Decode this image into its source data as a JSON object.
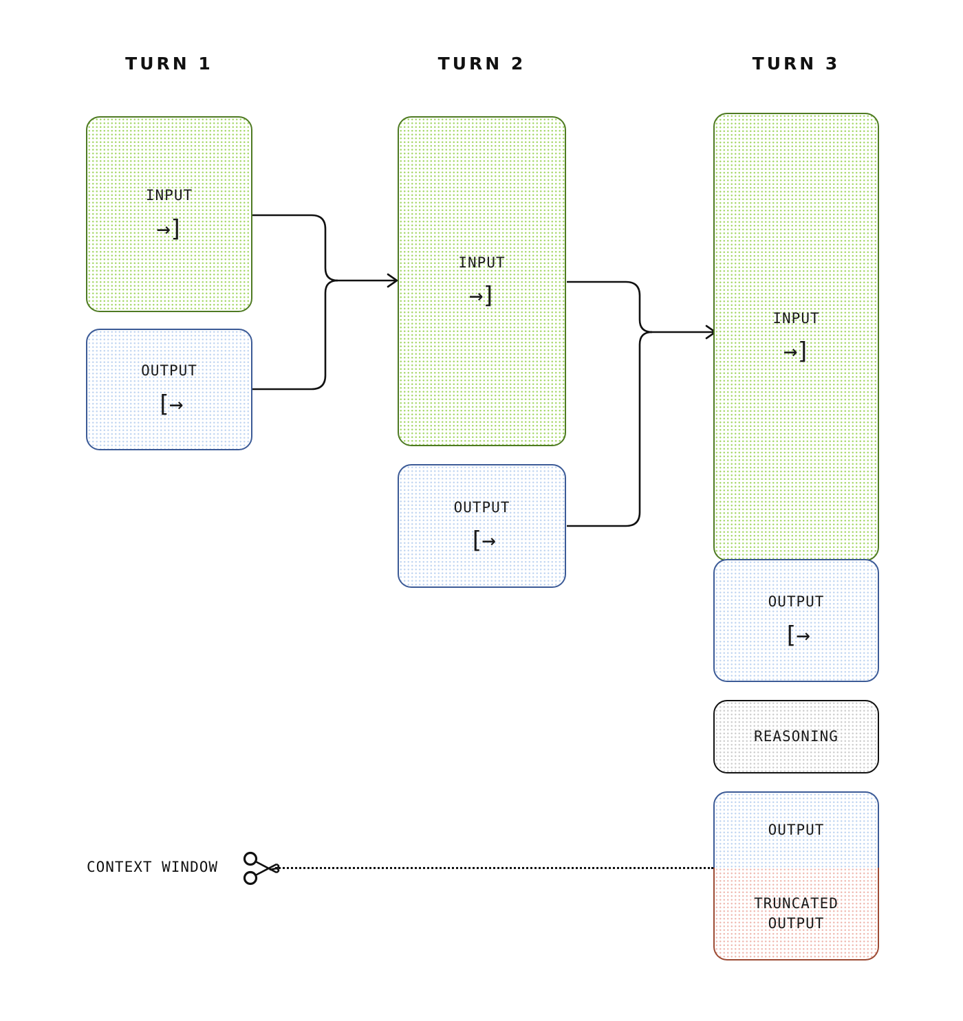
{
  "diagram": {
    "title_hidden": "",
    "columns": [
      {
        "heading": "TURN 1"
      },
      {
        "heading": "TURN 2"
      },
      {
        "heading": "TURN 3"
      }
    ],
    "icons": {
      "input_glyph": "→]",
      "output_glyph": "[→",
      "scissors": "✂",
      "input_icon_name": "arrow-into-bracket-icon",
      "output_icon_name": "bracket-out-arrow-icon",
      "scissors_icon_name": "scissors-icon"
    },
    "colors": {
      "input_border": "#4e7a22",
      "input_dots": "#a9d96e",
      "output_border": "#3b5a96",
      "output_dots": "#c3d7f2",
      "reasoning_border": "#111111",
      "reasoning_dots": "#cfcfcf",
      "truncated_border": "#9c4a33",
      "truncated_dots": "#f0bcb4",
      "connector": "#111111"
    },
    "turn1": {
      "input_label": "INPUT",
      "output_label": "OUTPUT"
    },
    "turn2": {
      "input_label": "INPUT",
      "output_label": "OUTPUT"
    },
    "turn3": {
      "input_label": "INPUT",
      "output_label": "OUTPUT",
      "reasoning_label": "REASONING",
      "truncated_output_label_line1": "TRUNCATED",
      "truncated_output_label_line2": "OUTPUT",
      "final_output_label": "OUTPUT"
    },
    "context_window": {
      "label": "CONTEXT WINDOW"
    }
  }
}
